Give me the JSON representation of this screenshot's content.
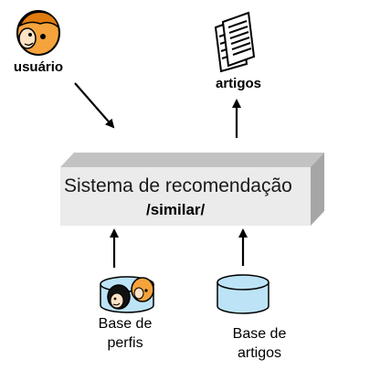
{
  "nodes": {
    "user": {
      "label": "usuário",
      "icon": "user-face-icon"
    },
    "articles": {
      "label": "artigos",
      "icon": "documents-icon"
    },
    "system": {
      "title": "Sistema de recomendação",
      "subtitle": "/similar/"
    },
    "profiles_db": {
      "label_line1": "Base de",
      "label_line2": "perfis",
      "icon": "profiles-database-icon"
    },
    "articles_db": {
      "label_line1": "Base de",
      "label_line2": "artigos",
      "icon": "database-icon"
    }
  },
  "colors": {
    "box_front": "#ebebeb",
    "box_top": "#c2c2c2",
    "box_side": "#a6a6a6",
    "cylinder": "#bde3f7",
    "face": "#f5a33c"
  }
}
